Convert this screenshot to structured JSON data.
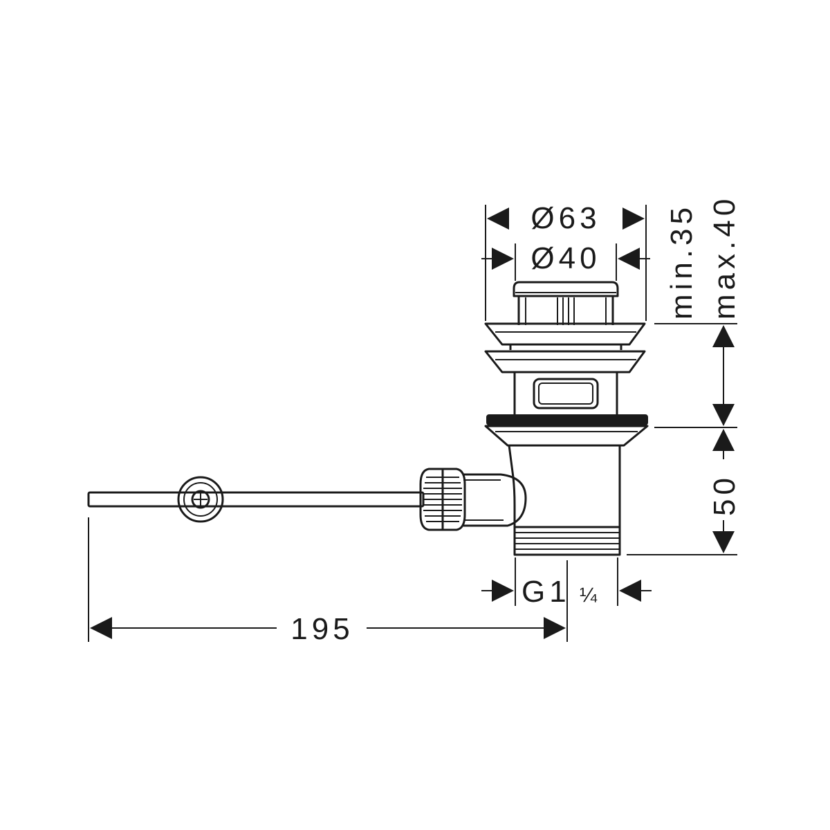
{
  "colors": {
    "line": "#1a1a1a",
    "background": "#ffffff"
  },
  "dimensions": {
    "outer_diameter": "Ø63",
    "inner_diameter": "Ø40",
    "min_height": "min.35",
    "max_height": "max.40",
    "body_height": "50",
    "thread_label": "G1",
    "thread_fraction": "¼",
    "overall_length": "195"
  }
}
